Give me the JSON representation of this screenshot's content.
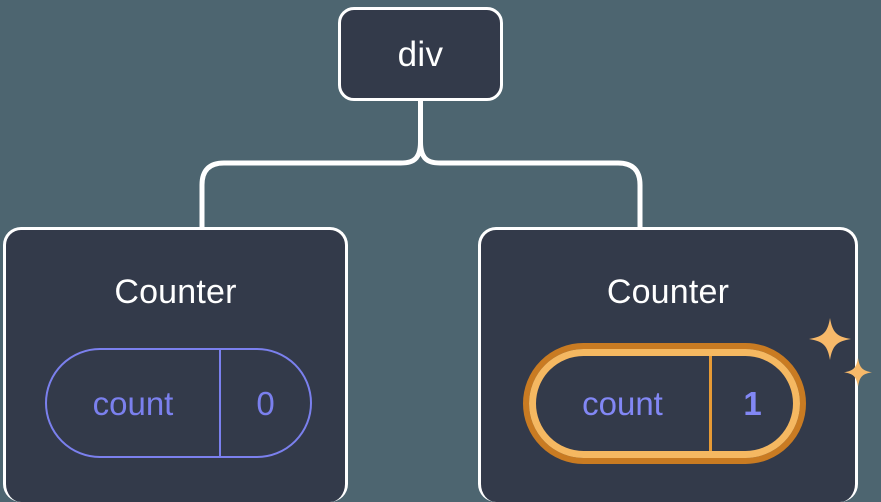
{
  "diagram": {
    "type": "component-tree",
    "background_color": "#4d6570",
    "node_fill": "#333a4a",
    "node_border": "#ffffff",
    "accent_purple": "#7b80ee",
    "accent_orange_outer": "#c97b22",
    "accent_orange_inner": "#f5b861",
    "connector_color": "#ffffff"
  },
  "root": {
    "label": "div"
  },
  "children": [
    {
      "title": "Counter",
      "state": {
        "key": "count",
        "value": "0"
      },
      "highlighted": false,
      "sparkle": false
    },
    {
      "title": "Counter",
      "state": {
        "key": "count",
        "value": "1"
      },
      "highlighted": true,
      "sparkle": true,
      "sparkle_icon": "sparkles-icon"
    }
  ]
}
